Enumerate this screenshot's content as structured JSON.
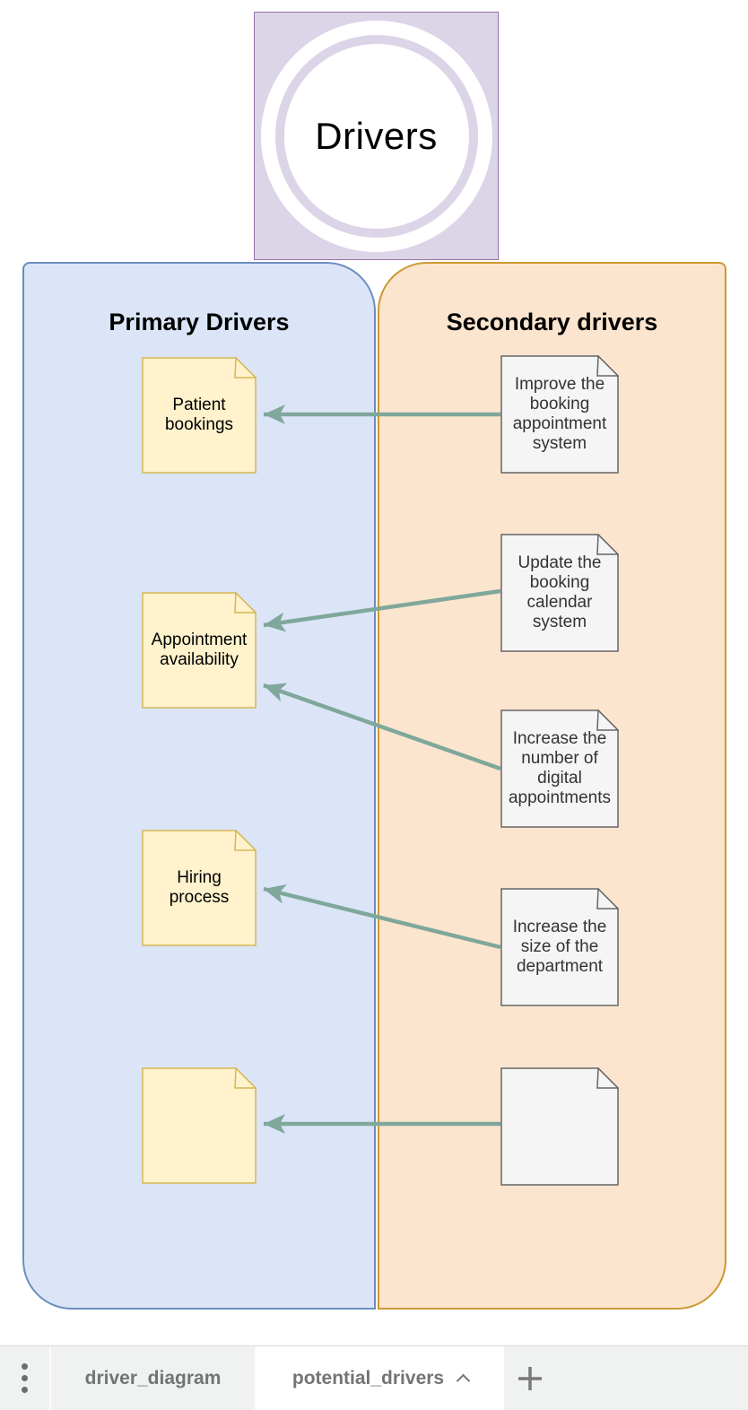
{
  "diagram": {
    "title": "Drivers",
    "primary_panel": {
      "label": "Primary Drivers"
    },
    "secondary_panel": {
      "label": "Secondary drivers"
    },
    "primary_notes": [
      {
        "text": "Patient bookings"
      },
      {
        "text": "Appointment availability"
      },
      {
        "text": "Hiring process"
      },
      {
        "text": ""
      }
    ],
    "secondary_notes": [
      {
        "text": "Improve the booking appointment system"
      },
      {
        "text": "Update the booking calendar system"
      },
      {
        "text": "Increase the number of digital appointments"
      },
      {
        "text": "Increase the size of the department"
      },
      {
        "text": ""
      }
    ],
    "connections": [
      {
        "from": "Improve the booking appointment system",
        "to": "Patient bookings"
      },
      {
        "from": "Update the booking calendar system",
        "to": "Appointment availability"
      },
      {
        "from": "Increase the number of digital appointments",
        "to": "Appointment availability"
      },
      {
        "from": "Increase the size of the department",
        "to": "Hiring process"
      },
      {
        "from": "(empty secondary note)",
        "to": "(empty primary note)"
      }
    ],
    "colors": {
      "title_fill": "#DCD4E7",
      "title_stroke": "#9673A6",
      "primary_fill": "#DBE5F7",
      "primary_stroke": "#6C8EBF",
      "secondary_fill": "#FBE5CE",
      "secondary_stroke": "#CC9933",
      "note_yellow_fill": "#FFF2CC",
      "note_yellow_stroke": "#D6B656",
      "note_gray_fill": "#F5F5F5",
      "note_gray_stroke": "#666666",
      "arrow": "#7FA79B"
    }
  },
  "tab_bar": {
    "tabs": [
      {
        "label": "driver_diagram",
        "active": false
      },
      {
        "label": "potential_drivers",
        "active": true
      }
    ],
    "add_button": "+"
  }
}
